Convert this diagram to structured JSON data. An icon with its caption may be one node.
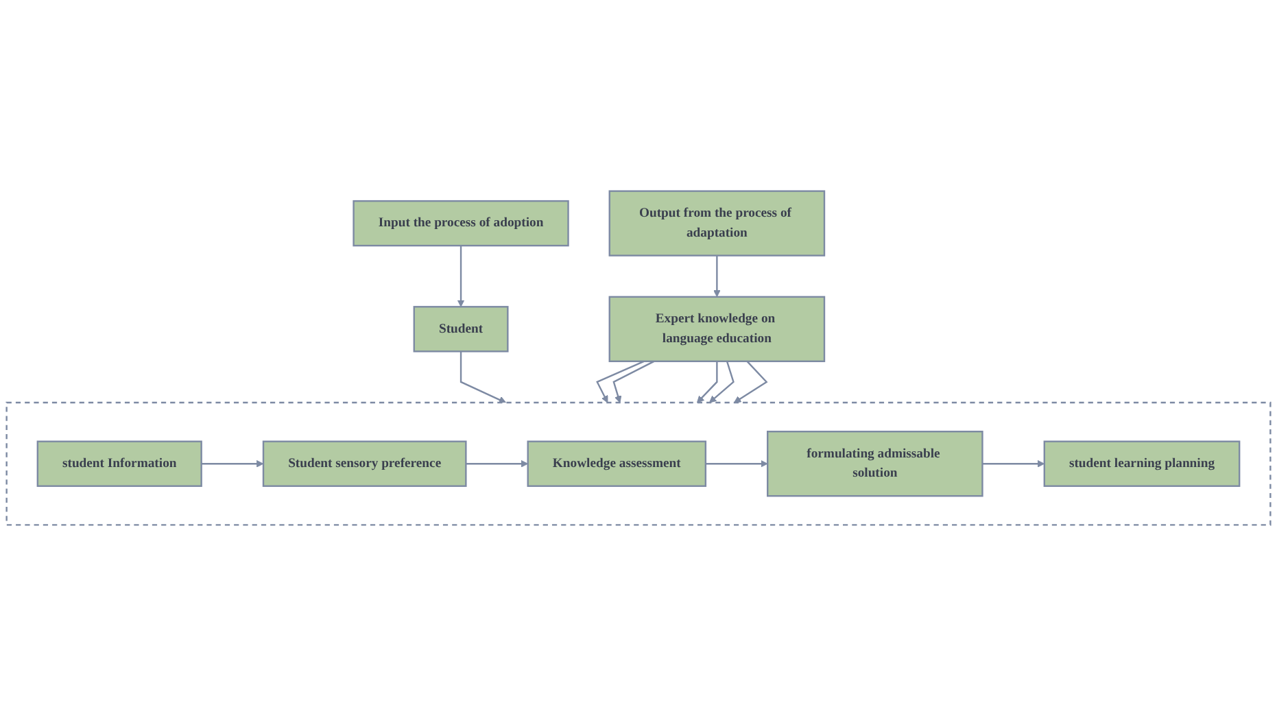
{
  "diagram": {
    "nodes": [
      {
        "text": [
          "Input the process of adoption"
        ]
      },
      {
        "text": [
          "Student"
        ]
      },
      {
        "text": [],
        "shape": "box"
      },
      {
        "text": [
          "student Information"
        ],
        "in": 2
      },
      {
        "text": [
          "Student sensory preference"
        ],
        "in": 2
      },
      {
        "text": [
          "Knowledge assessment"
        ],
        "in": 2
      },
      {
        "text": [
          "formulating admissable solution"
        ],
        "in": 2
      },
      {
        "text": [
          "student learning planning"
        ],
        "in": 2
      },
      {
        "text": [
          "Expert knowledge on language education"
        ]
      },
      {
        "text": [
          "Output from the process of adaptation"
        ]
      }
    ],
    "edges": [
      {
        "from": 0,
        "to": 1,
        "arrow": "to"
      },
      {
        "from": 1,
        "to": 2,
        "arrow": "to"
      },
      {
        "from": 3,
        "to": 4,
        "arrow": "to"
      },
      {
        "from": 4,
        "to": 5,
        "arrow": "to"
      },
      {
        "from": 5,
        "to": 6,
        "arrow": "to"
      },
      {
        "from": 6,
        "to": 7,
        "arrow": "to"
      },
      {
        "from": 8,
        "to": 2,
        "arrow": "to"
      },
      {
        "from": 8,
        "to": 2,
        "arrow": "to"
      },
      {
        "from": 8,
        "to": 2,
        "arrow": "to"
      },
      {
        "from": 8,
        "to": 2,
        "arrow": "to"
      },
      {
        "from": 8,
        "to": 2,
        "arrow": "to"
      },
      {
        "from": 9,
        "to": 8,
        "arrow": "to"
      }
    ]
  }
}
